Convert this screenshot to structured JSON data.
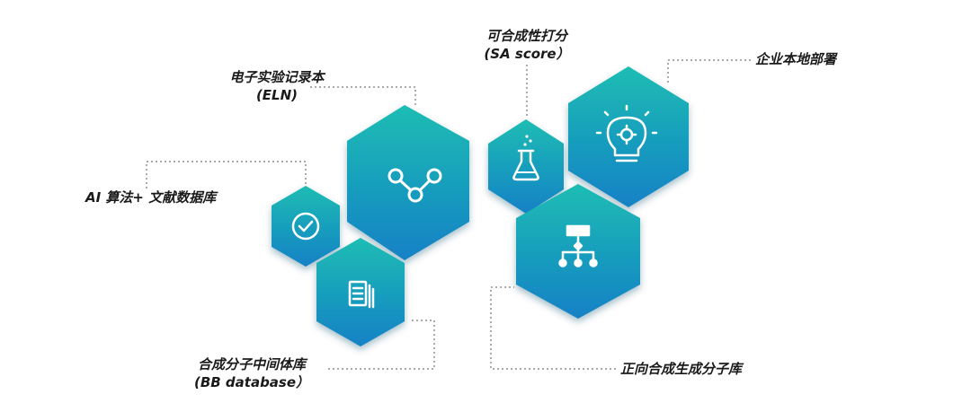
{
  "colors": {
    "hex_top": "#1bbdb3",
    "hex_bottom": "#1781c6",
    "icon": "#ffffff",
    "connector": "#555555",
    "text": "#1a1a1a"
  },
  "labels": {
    "eln": {
      "line1": "电子实验记录本",
      "line2": "(ELN)"
    },
    "sa_score": {
      "line1": "可合成性打分",
      "line2": "(SA score）"
    },
    "enterprise": {
      "line1": "企业本地部署"
    },
    "ai_literature": {
      "line1": "AI 算法+ 文献数据库"
    },
    "bb_database": {
      "line1": "合成分子中间体库",
      "line2": "(BB database）"
    },
    "forward_synthesis": {
      "line1": "正向合成生成分子库"
    }
  },
  "icons": {
    "eln": "share-nodes-icon",
    "sa_score": "flask-icon",
    "enterprise": "lightbulb-gear-icon",
    "ai_literature": "check-circle-icon",
    "bb_database": "document-stack-icon",
    "forward_synthesis": "hierarchy-tree-icon"
  }
}
